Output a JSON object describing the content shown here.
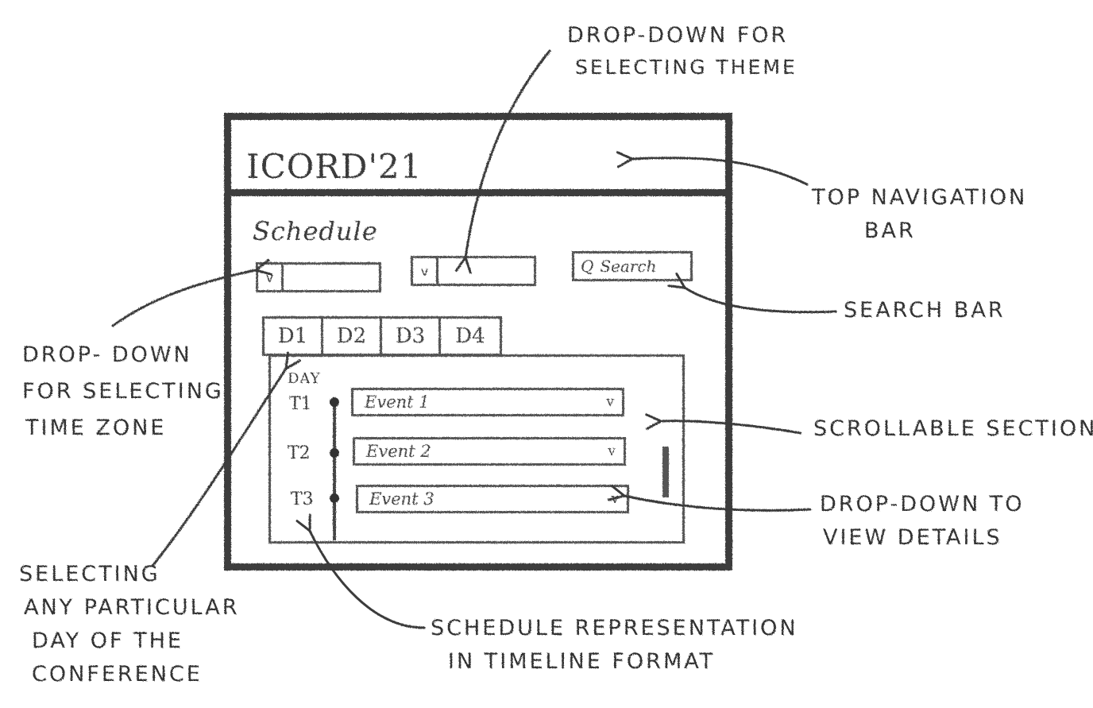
{
  "mockup": {
    "app_title": "ICORD'21",
    "page_title": "Schedule",
    "timezone_dropdown_chevron": "v",
    "theme_dropdown_chevron": "v",
    "search": {
      "icon": "search-icon",
      "placeholder": "Search",
      "glyph": "Q"
    },
    "day_tabs": [
      "D1",
      "D2",
      "D3",
      "D4"
    ],
    "day_label": "DAY",
    "timeline": [
      {
        "time": "T1",
        "event": "Event 1"
      },
      {
        "time": "T2",
        "event": "Event 2"
      },
      {
        "time": "T3",
        "event": "Event 3"
      }
    ],
    "event_chevron": "v"
  },
  "annotations": {
    "theme_dropdown": [
      "DROP-DOWN FOR",
      "SELECTING THEME"
    ],
    "top_nav": [
      "TOP NAVIGATION",
      "BAR"
    ],
    "timezone_dropdown": [
      "DROP- DOWN",
      "FOR SELECTING",
      "TIME ZONE"
    ],
    "search_bar": [
      "SEARCH BAR"
    ],
    "scrollable": [
      "SCROLLABLE SECTION"
    ],
    "view_details": [
      "DROP-DOWN TO",
      "VIEW DETAILS"
    ],
    "select_day": [
      "SELECTING",
      "ANY PARTICULAR",
      "DAY OF THE",
      "CONFERENCE"
    ],
    "timeline_format": [
      "SCHEDULE REPRESENTATION",
      "IN TIMELINE FORMAT"
    ]
  },
  "colors": {
    "pencil": "#3c3c3c",
    "paper": "#ffffff"
  }
}
